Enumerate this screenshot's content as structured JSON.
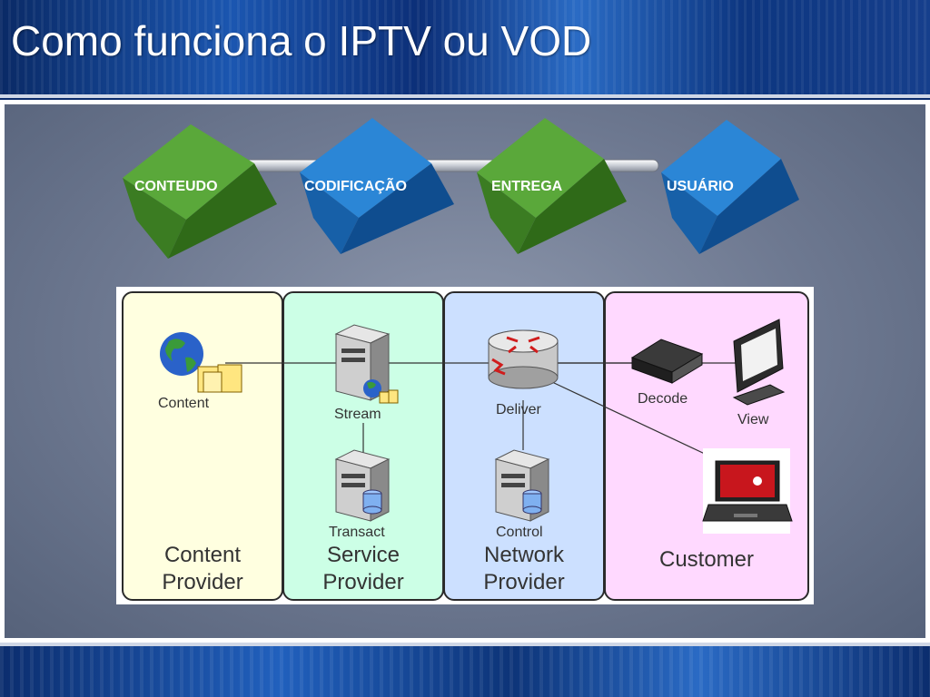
{
  "slide": {
    "title": "Como funciona o IPTV ou VOD"
  },
  "steps": [
    {
      "label": "CONTEUDO",
      "color": "green"
    },
    {
      "label": "CODIFICAÇÃO",
      "color": "blue"
    },
    {
      "label": "ENTREGA",
      "color": "green"
    },
    {
      "label": "USUÁRIO",
      "color": "blue"
    }
  ],
  "diagram": {
    "lanes": [
      {
        "title_line1": "Content",
        "title_line2": "Provider",
        "color": "#ffffe0"
      },
      {
        "title_line1": "Service",
        "title_line2": "Provider",
        "color": "#ccffe6"
      },
      {
        "title_line1": "Network",
        "title_line2": "Provider",
        "color": "#cce0ff"
      },
      {
        "title_line1": "Customer",
        "title_line2": "",
        "color": "#ffd9ff"
      }
    ],
    "nodes": {
      "content": "Content",
      "stream": "Stream",
      "transact": "Transact",
      "deliver": "Deliver",
      "control": "Control",
      "decode": "Decode",
      "view": "View"
    },
    "icons": {
      "content": "globe-folder-icon",
      "stream": "server-globe-icon",
      "transact": "server-database-icon",
      "deliver": "router-icon",
      "control": "server-database-icon",
      "decode": "set-top-box-icon",
      "view": "monitor-icon",
      "laptop": "laptop-icon"
    }
  },
  "colors": {
    "step_green": "#4c9a2a",
    "step_blue": "#1f78c8",
    "title_text": "#ffffff"
  }
}
